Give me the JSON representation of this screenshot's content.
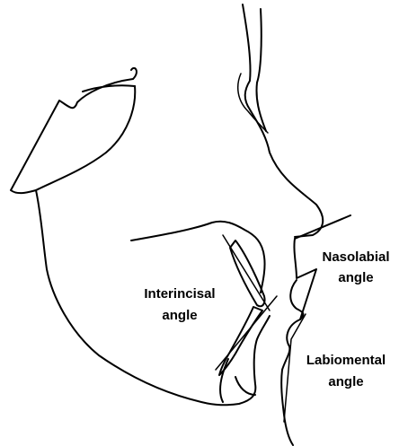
{
  "labels": {
    "nasolabial": [
      "Nasolabial",
      "angle"
    ],
    "interincisal": [
      "Interincisal",
      "angle"
    ],
    "labiomental": [
      "Labiomental",
      "angle"
    ]
  },
  "colors": {
    "line": "#000000",
    "background": "#ffffff",
    "text": "#000000"
  }
}
